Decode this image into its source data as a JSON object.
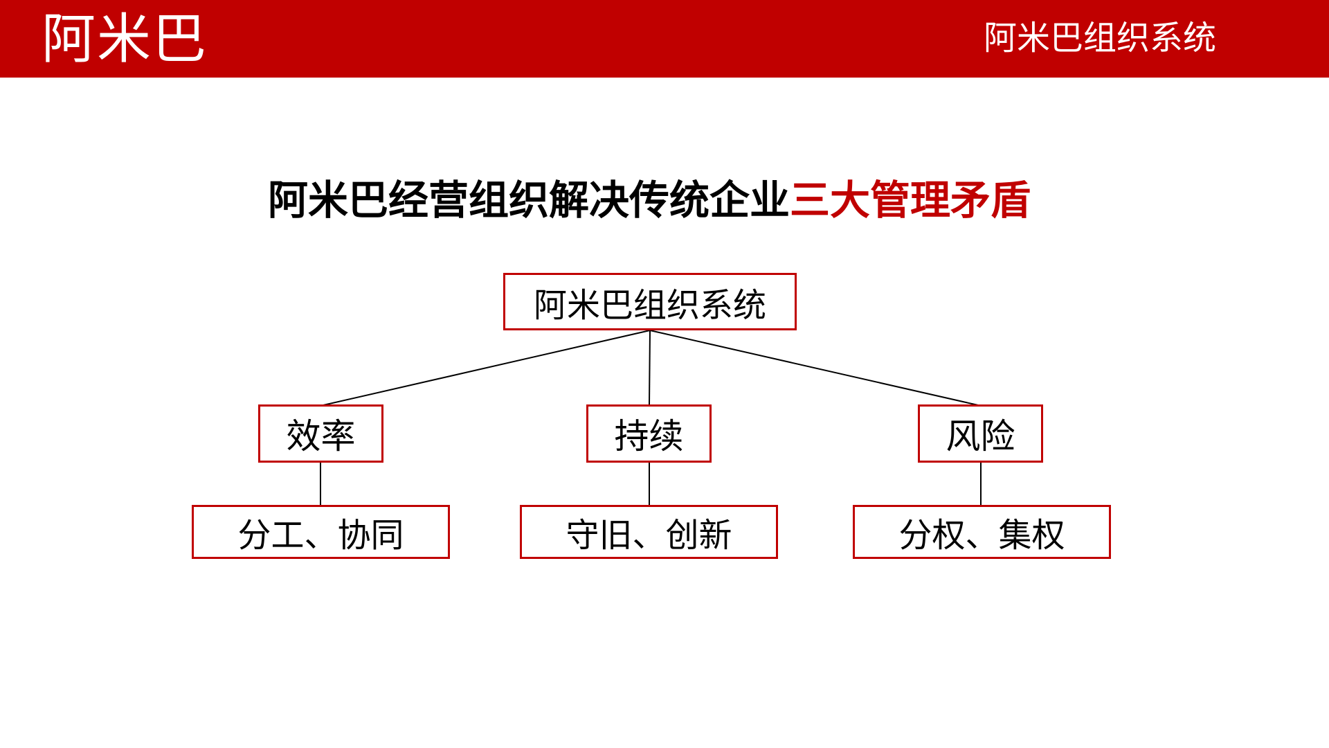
{
  "colors": {
    "accent": "#C00000",
    "ink": "#000000",
    "bg": "#FFFFFF",
    "header-text": "#FFFFFF"
  },
  "header": {
    "brand": "阿米巴",
    "topic": "阿米巴组织系统"
  },
  "title": {
    "black_part": "阿米巴经营组织解决传统企业",
    "red_part": "三大管理矛盾"
  },
  "diagram": {
    "root": {
      "label": "阿米巴组织系统"
    },
    "branches": [
      {
        "label": "效率",
        "sub": "分工、协同"
      },
      {
        "label": "持续",
        "sub": "守旧、创新"
      },
      {
        "label": "风险",
        "sub": "分权、集权"
      }
    ]
  }
}
